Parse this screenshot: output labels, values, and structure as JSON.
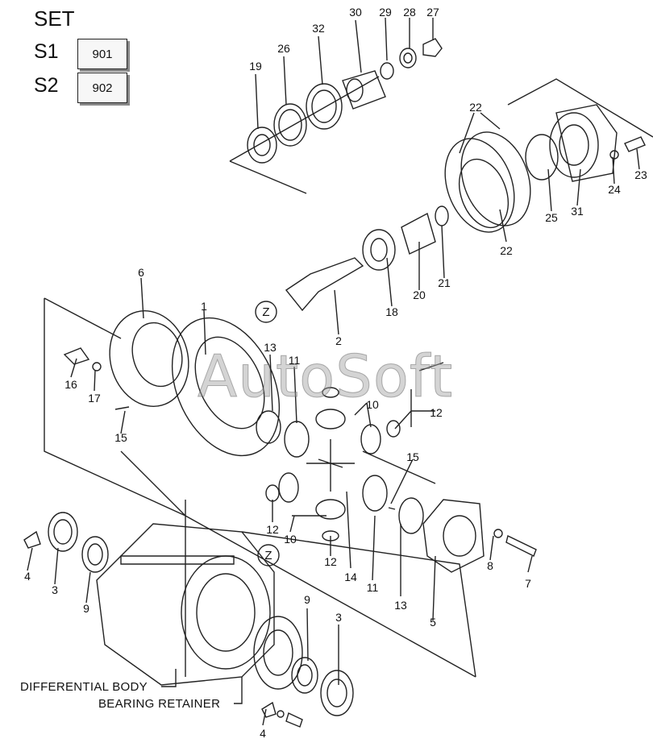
{
  "set": {
    "title": "SET",
    "rows": [
      {
        "label": "S1",
        "code": "901"
      },
      {
        "label": "S2",
        "code": "902"
      }
    ]
  },
  "callouts": [
    "19",
    "26",
    "32",
    "30",
    "29",
    "28",
    "27",
    "22",
    "23",
    "24",
    "25",
    "31",
    "22",
    "21",
    "20",
    "18",
    "2",
    "6",
    "1",
    "16",
    "17",
    "15",
    "13",
    "11",
    "10",
    "12",
    "15",
    "12",
    "10",
    "12",
    "14",
    "11",
    "13",
    "5",
    "8",
    "7",
    "4",
    "3",
    "9",
    "9",
    "3",
    "4"
  ],
  "zone_marker": "Z",
  "labels": {
    "differential_body": "DIFFERENTIAL BODY",
    "bearing_retainer": "BEARING RETAINER"
  },
  "watermark": "AutoSoft"
}
